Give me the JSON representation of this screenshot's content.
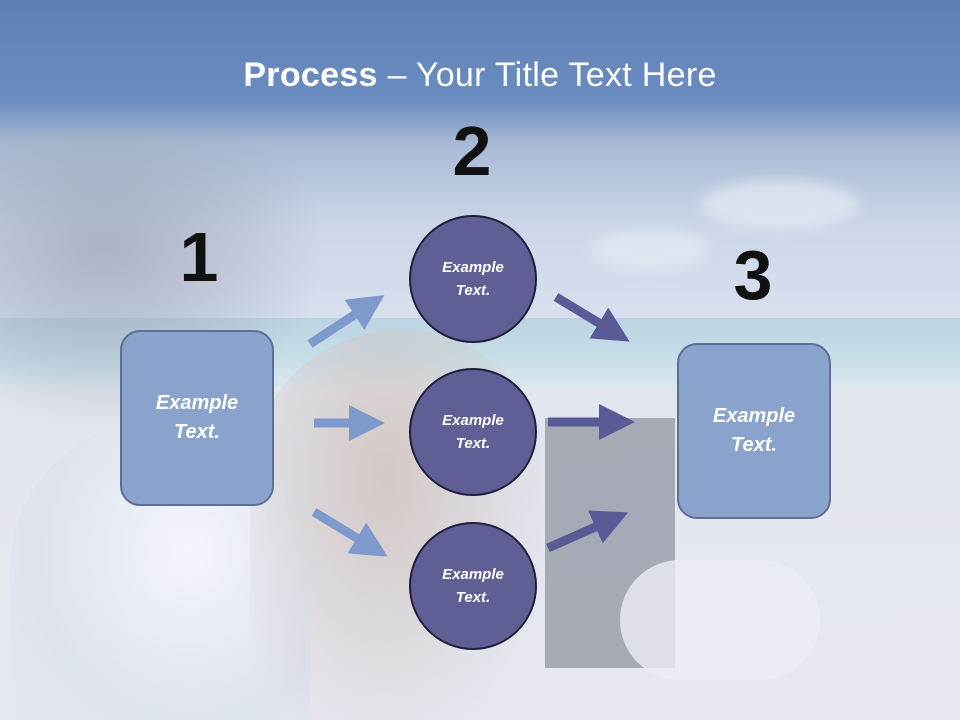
{
  "title": {
    "bold": "Process",
    "rest": " – Your Title Text Here"
  },
  "steps": [
    {
      "number": "1"
    },
    {
      "number": "2"
    },
    {
      "number": "3"
    }
  ],
  "left_box": {
    "text": "Example Text."
  },
  "circles": [
    {
      "text": "Example Text."
    },
    {
      "text": "Example Text."
    },
    {
      "text": "Example Text."
    }
  ],
  "right_box": {
    "text": "Example Text."
  },
  "colors": {
    "title": "#ffffff",
    "box_fill": "#8aa3cc",
    "box_border": "#5e6f97",
    "circle_fill": "#5f5f95",
    "circle_border": "#1e1e3c",
    "arrow_light": "#7e99cc",
    "arrow_dark": "#5a5a96"
  }
}
